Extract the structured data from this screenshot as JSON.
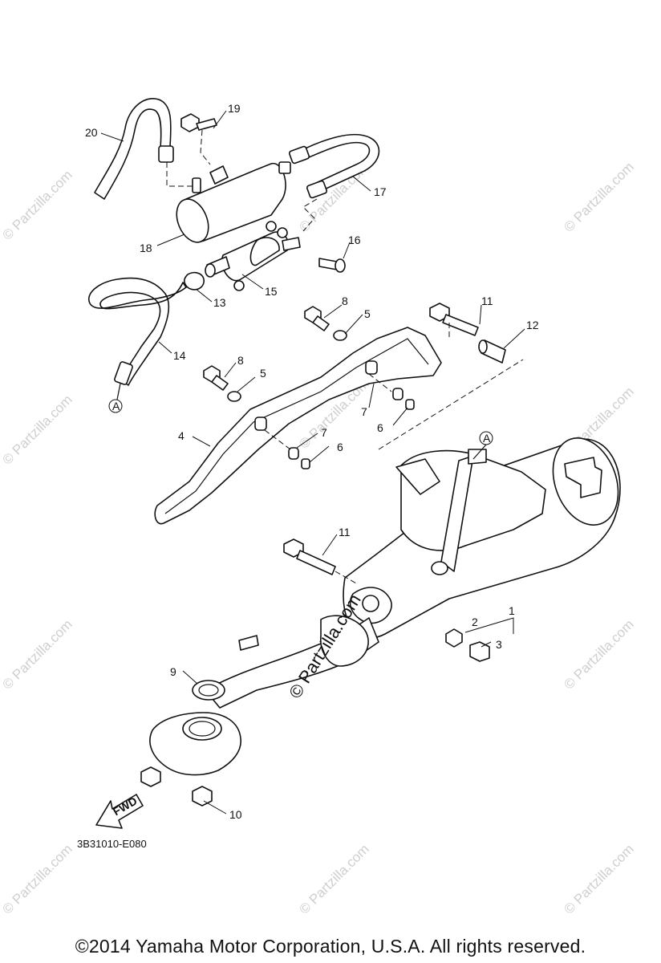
{
  "callouts": [
    {
      "id": "19",
      "label": "19"
    },
    {
      "id": "20",
      "label": "20"
    },
    {
      "id": "17",
      "label": "17"
    },
    {
      "id": "18",
      "label": "18"
    },
    {
      "id": "16",
      "label": "16"
    },
    {
      "id": "15",
      "label": "15"
    },
    {
      "id": "13",
      "label": "13"
    },
    {
      "id": "14",
      "label": "14"
    },
    {
      "id": "8a",
      "label": "8"
    },
    {
      "id": "5a",
      "label": "5"
    },
    {
      "id": "11a",
      "label": "11"
    },
    {
      "id": "12",
      "label": "12"
    },
    {
      "id": "8b",
      "label": "8"
    },
    {
      "id": "5b",
      "label": "5"
    },
    {
      "id": "7a",
      "label": "7"
    },
    {
      "id": "6a",
      "label": "6"
    },
    {
      "id": "4",
      "label": "4"
    },
    {
      "id": "7b",
      "label": "7"
    },
    {
      "id": "6b",
      "label": "6"
    },
    {
      "id": "11b",
      "label": "11"
    },
    {
      "id": "1",
      "label": "1"
    },
    {
      "id": "2",
      "label": "2"
    },
    {
      "id": "3",
      "label": "3"
    },
    {
      "id": "9",
      "label": "9"
    },
    {
      "id": "10",
      "label": "10"
    }
  ],
  "reference_marker": "A",
  "fwd_label": "FWD",
  "diagram_code": "3B31010-E080",
  "watermark": "© Partzilla.com",
  "copyright": "©2014  Yamaha Motor Corporation, U.S.A. All rights reserved."
}
